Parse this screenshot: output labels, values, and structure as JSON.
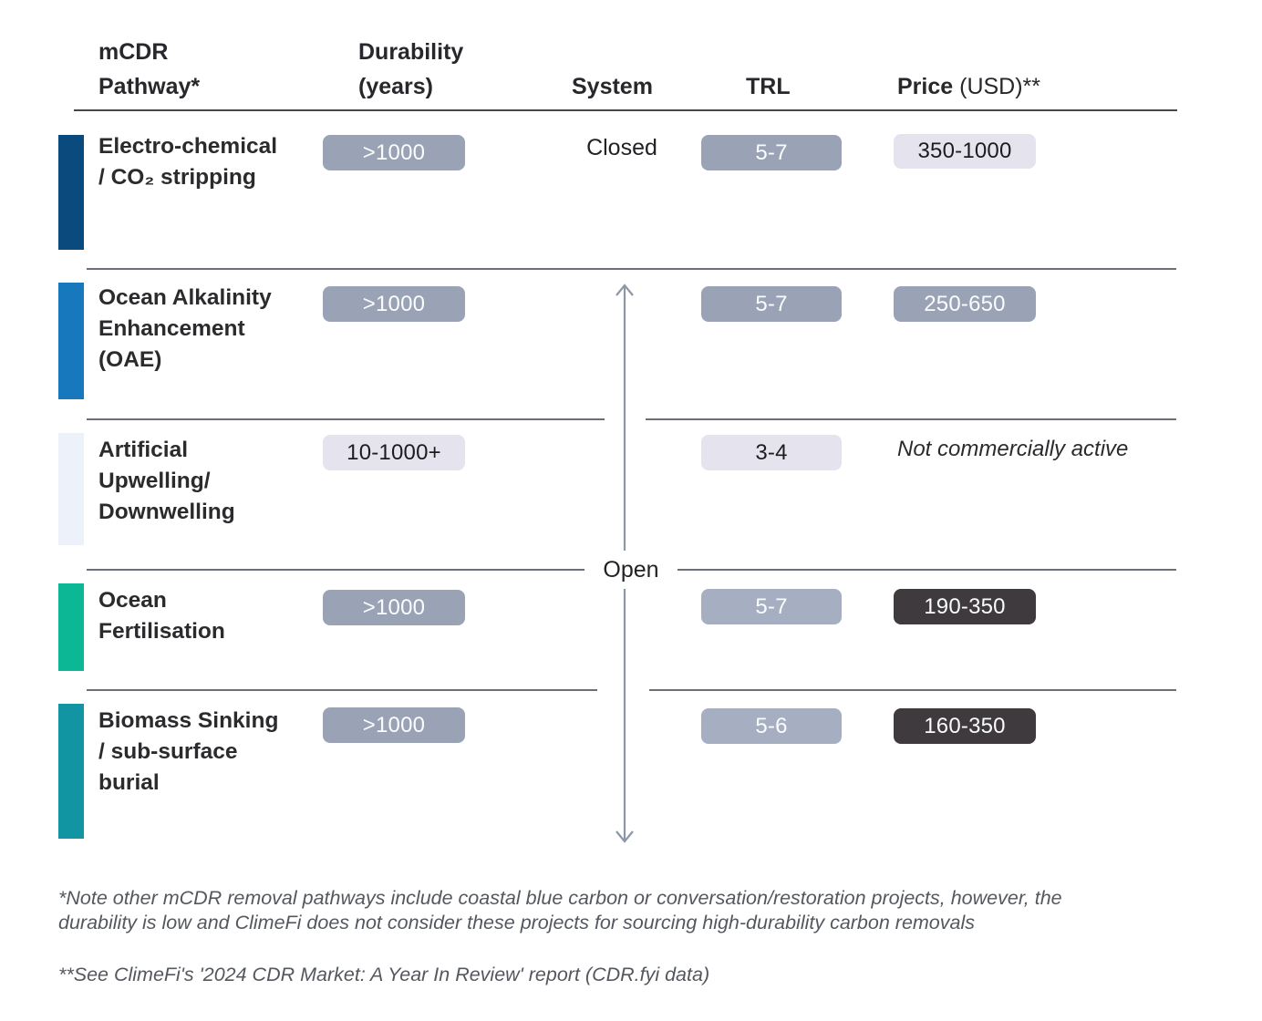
{
  "header": {
    "pathway": "mCDR\nPathway*",
    "durability": "Durability\n(years)",
    "system": "System",
    "trl": "TRL",
    "price_bold": "Price",
    "price_rest": " (USD)**"
  },
  "system_labels": {
    "closed": "Closed",
    "open": "Open"
  },
  "rows": [
    {
      "name": "Electro-chemical\n/ CO₂ stripping",
      "bar_color": "#0a4a7d",
      "durability": ">1000",
      "system": "Closed",
      "trl": "5-7",
      "price": "350-1000"
    },
    {
      "name": "Ocean Alkalinity\nEnhancement\n(OAE)",
      "bar_color": "#1878be",
      "durability": ">1000",
      "system": "Open",
      "trl": "5-7",
      "price": "250-650"
    },
    {
      "name": "Artificial\nUpwelling/\nDownwelling",
      "bar_color": "#edf2fa",
      "durability": "10-1000+",
      "system": "Open",
      "trl": "3-4",
      "price": "Not commercially active"
    },
    {
      "name": "Ocean\nFertilisation",
      "bar_color": "#0bb795",
      "durability": ">1000",
      "system": "Open",
      "trl": "5-7",
      "price": "190-350"
    },
    {
      "name": "Biomass Sinking\n/ sub-surface\nburial",
      "bar_color": "#1295a2",
      "durability": ">1000",
      "system": "Open",
      "trl": "5-6",
      "price": "160-350"
    }
  ],
  "footnotes": [
    "*Note other mCDR removal pathways include coastal blue carbon or conversation/restoration projects, however, the\ndurability is low and ClimeFi does not consider these projects for sourcing high-durability carbon removals",
    "**See ClimeFi's '2024 CDR Market: A Year In Review' report (CDR.fyi data)"
  ],
  "colors": {
    "bar_row1": "#0a4a7d",
    "bar_row2": "#1878be",
    "bar_row3": "#edf2fa",
    "bar_row4": "#0bb795",
    "bar_row5": "#1295a2",
    "badge_gray": "#9aa3b5",
    "badge_gray_light": "#a6afc1",
    "badge_pale": "#e5e4ee",
    "badge_dark": "#3e3a3d",
    "divider": "#6b7077",
    "arrow": "#8e97a6"
  },
  "chart_data": {
    "type": "table",
    "columns": [
      "mCDR Pathway*",
      "Durability (years)",
      "System",
      "TRL",
      "Price (USD)**"
    ],
    "rows": [
      [
        "Electro-chemical / CO₂ stripping",
        ">1000",
        "Closed",
        "5-7",
        "350-1000"
      ],
      [
        "Ocean Alkalinity Enhancement (OAE)",
        ">1000",
        "Open",
        "5-7",
        "250-650"
      ],
      [
        "Artificial Upwelling/Downwelling",
        "10-1000+",
        "Open",
        "3-4",
        "Not commercially active"
      ],
      [
        "Ocean Fertilisation",
        ">1000",
        "Open",
        "5-7",
        "190-350"
      ],
      [
        "Biomass Sinking / sub-surface burial",
        ">1000",
        "Open",
        "5-6",
        "160-350"
      ]
    ]
  }
}
